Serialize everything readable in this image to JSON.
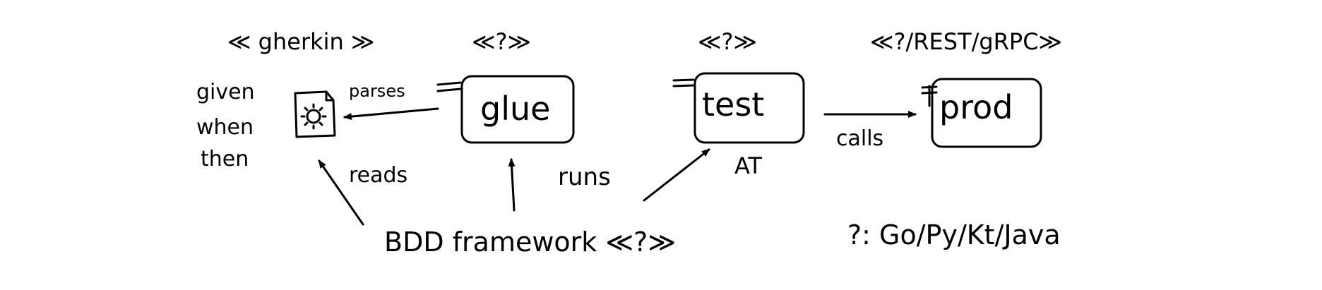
{
  "stereotypes": {
    "gherkin": "≪ gherkin ≫",
    "glue": "≪?≫",
    "test": "≪?≫",
    "prod": "≪?/REST/gRPC≫"
  },
  "keywords": {
    "given": "given",
    "when": "when",
    "then": "then"
  },
  "boxes": {
    "glue": "glue",
    "test": "test",
    "prod": "prod"
  },
  "edges": {
    "parses": "parses",
    "reads": "reads",
    "runs": "runs",
    "calls": "calls"
  },
  "test_tag": "AT",
  "framework": "BDD framework ≪?≫",
  "languages_note": "?: Go/Py/Kt/Java",
  "colors": {
    "ink": "#000000",
    "background": "#ffffff"
  },
  "icons": {
    "feature_file": "feature-file-icon"
  }
}
